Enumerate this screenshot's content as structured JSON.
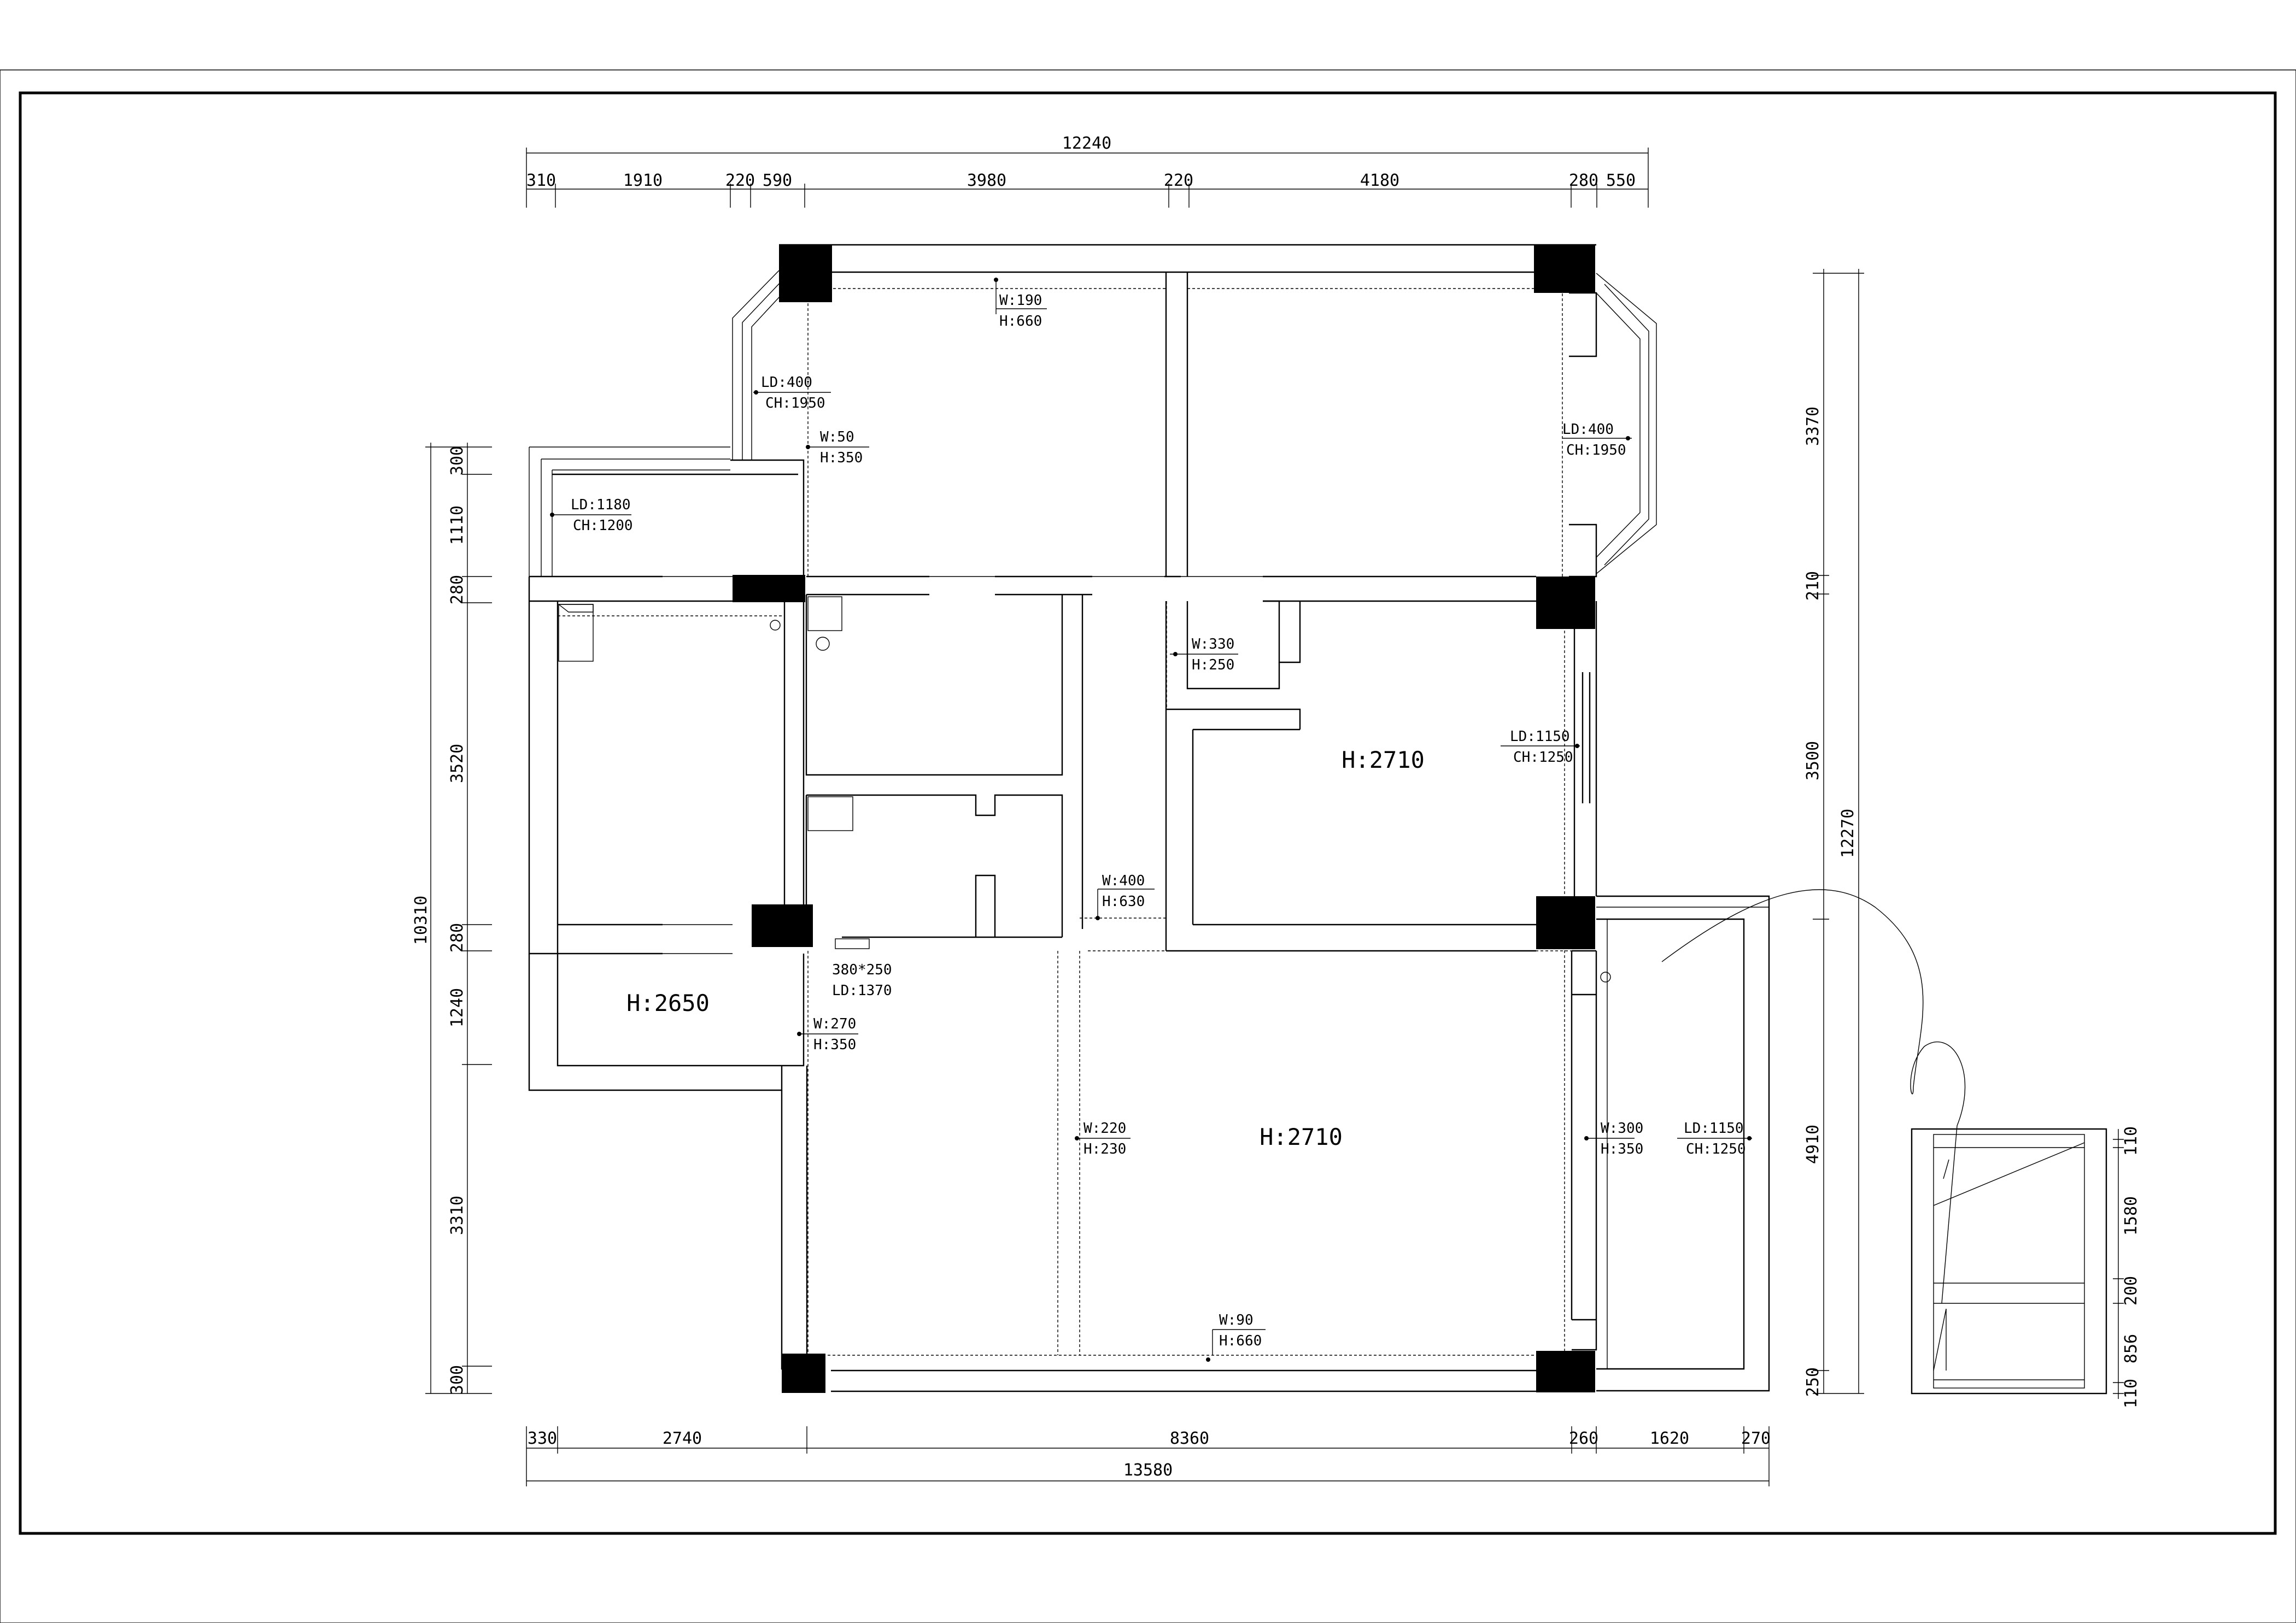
{
  "top_dimensions": {
    "overall": "12240",
    "segments": [
      "310",
      "1910",
      "220",
      "590",
      "3980",
      "220",
      "4180",
      "280",
      "550"
    ]
  },
  "bottom_dimensions": {
    "overall": "13580",
    "segments": [
      "330",
      "2740",
      "8360",
      "260",
      "1620",
      "270"
    ]
  },
  "left_dimensions": {
    "overall": "10310",
    "segments": [
      "300",
      "1110",
      "280",
      "3520",
      "280",
      "1240",
      "3310",
      "300"
    ]
  },
  "right_dimensions": {
    "overall": "12270",
    "segments": [
      "3370",
      "210",
      "3500",
      "4910",
      "250"
    ]
  },
  "detail_dimensions": [
    "110",
    "1580",
    "200",
    "856",
    "110"
  ],
  "ceiling_heights": [
    "H:2710",
    "H:2710",
    "H:2650"
  ],
  "annotations": [
    {
      "line1": "W:190",
      "line2": "H:660"
    },
    {
      "line1": "LD:400",
      "line2": "CH:1950"
    },
    {
      "line1": "W:50",
      "line2": "H:350"
    },
    {
      "line1": "LD:400",
      "line2": "CH:1950"
    },
    {
      "line1": "LD:1180",
      "line2": "CH:1200"
    },
    {
      "line1": "W:330",
      "line2": "H:250"
    },
    {
      "line1": "LD:1150",
      "line2": "CH:1250"
    },
    {
      "line1": "W:400",
      "line2": "H:630"
    },
    {
      "line1": "380*250",
      "line2": "LD:1370"
    },
    {
      "line1": "W:270",
      "line2": "H:350"
    },
    {
      "line1": "W:220",
      "line2": "H:230"
    },
    {
      "line1": "W:300",
      "line2": "H:350"
    },
    {
      "line1": "LD:1150",
      "line2": "CH:1250"
    },
    {
      "line1": "W:90",
      "line2": "H:660"
    }
  ]
}
